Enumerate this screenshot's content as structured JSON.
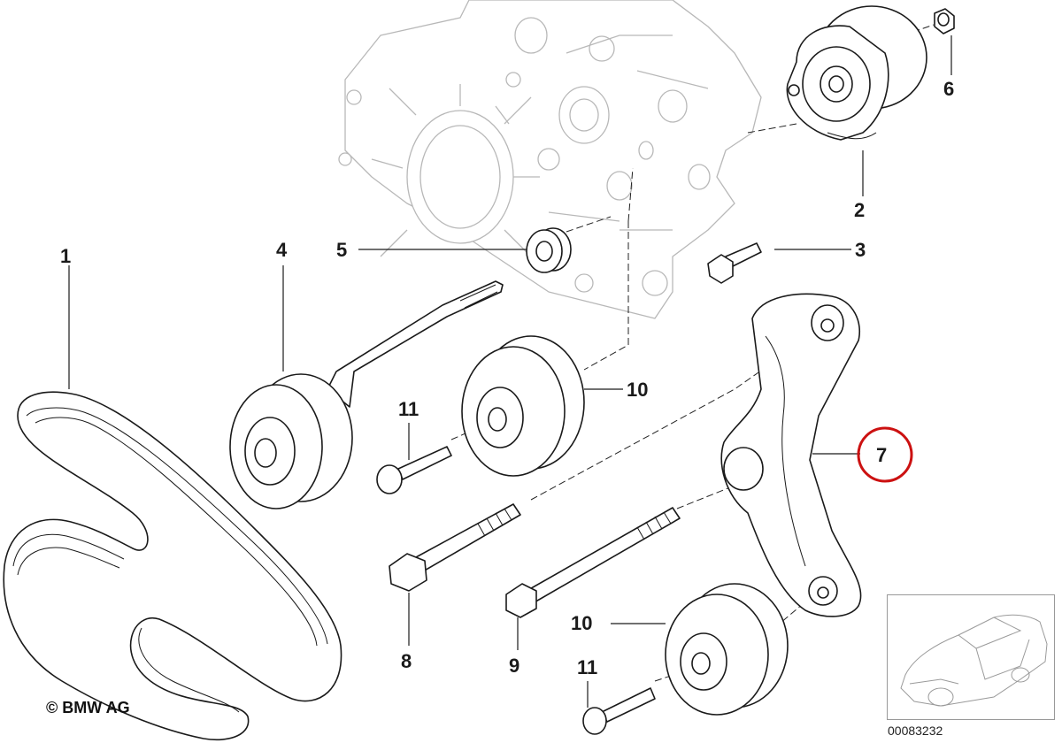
{
  "callouts": [
    {
      "id": "1",
      "label": "1"
    },
    {
      "id": "2",
      "label": "2"
    },
    {
      "id": "3",
      "label": "3"
    },
    {
      "id": "4",
      "label": "4"
    },
    {
      "id": "5",
      "label": "5"
    },
    {
      "id": "6",
      "label": "6"
    },
    {
      "id": "7",
      "label": "7"
    },
    {
      "id": "8",
      "label": "8"
    },
    {
      "id": "9",
      "label": "9"
    },
    {
      "id": "10a",
      "label": "10"
    },
    {
      "id": "10b",
      "label": "10"
    },
    {
      "id": "11a",
      "label": "11"
    },
    {
      "id": "11b",
      "label": "11"
    }
  ],
  "highlight": {
    "callout": "7",
    "color": "#cc1111"
  },
  "copyright": "© BMW AG",
  "diagram_id": "00083232"
}
